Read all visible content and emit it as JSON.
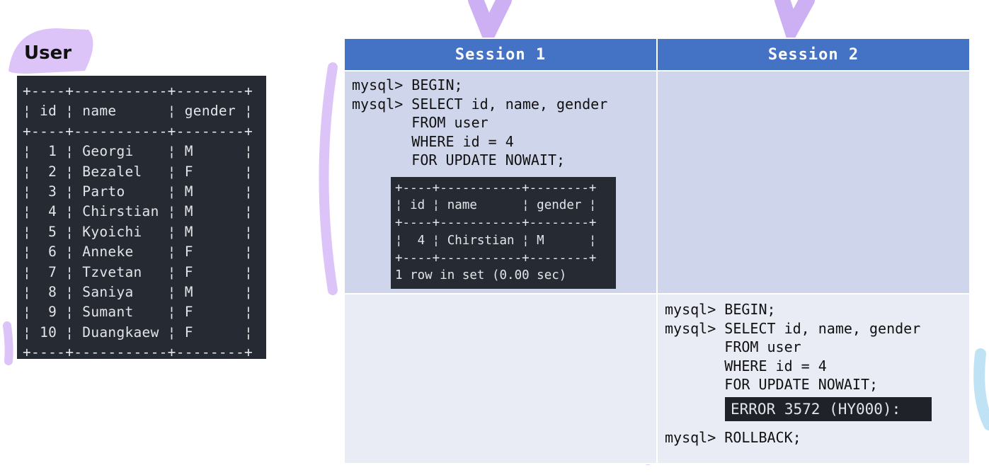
{
  "user_panel": {
    "title": "User",
    "table_text": "+----+-----------+--------+\n¦ id ¦ name      ¦ gender ¦\n+----+-----------+--------+\n¦  1 ¦ Georgi    ¦ M      ¦\n¦  2 ¦ Bezalel   ¦ F      ¦\n¦  3 ¦ Parto     ¦ M      ¦\n¦  4 ¦ Chirstian ¦ M      ¦\n¦  5 ¦ Kyoichi   ¦ M      ¦\n¦  6 ¦ Anneke    ¦ F      ¦\n¦  7 ¦ Tzvetan   ¦ F      ¦\n¦  8 ¦ Saniya    ¦ M      ¦\n¦  9 ¦ Sumant    ¦ F      ¦\n¦ 10 ¦ Duangkaew ¦ F      ¦\n+----+-----------+--------+"
  },
  "sessions": {
    "headers": [
      "Session 1",
      "Session 2"
    ],
    "session1_query": "mysql> BEGIN;\nmysql> SELECT id, name, gender\n       FROM user\n       WHERE id = 4\n       FOR UPDATE NOWAIT;",
    "session1_result": "+----+-----------+--------+\n¦ id ¦ name      ¦ gender ¦\n+----+-----------+--------+\n¦  4 ¦ Chirstian ¦ M      ¦\n+----+-----------+--------+\n1 row in set (0.00 sec)",
    "session2_query": "mysql> BEGIN;\nmysql> SELECT id, name, gender\n       FROM user\n       WHERE id = 4\n       FOR UPDATE NOWAIT;",
    "session2_error": "ERROR 3572 (HY000):",
    "session2_rollback": "mysql> ROLLBACK;"
  },
  "colors": {
    "header_blue": "#4472c4",
    "row1_bg": "#cfd5ea",
    "row2_bg": "#e9ebf5",
    "terminal_bg": "#262a33",
    "highlighter_purple": "#d9c2f5"
  }
}
